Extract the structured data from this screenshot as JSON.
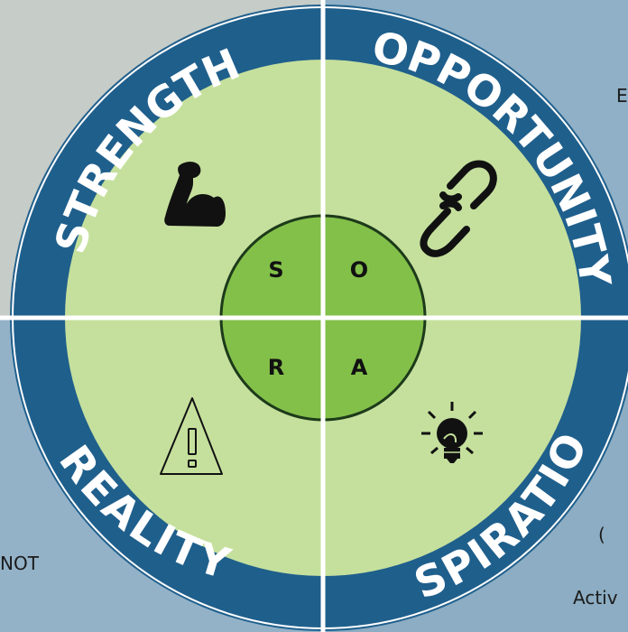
{
  "diagram": {
    "type": "SORA quadrant wheel",
    "quadrants": {
      "strength": {
        "label": "STRENGTH",
        "letter": "S",
        "icon": "flexed-biceps-icon"
      },
      "opportunity": {
        "label": "OPPORTUNITY",
        "letter": "O",
        "icon": "chain-link-icon"
      },
      "reality": {
        "label": "REALITY",
        "letter": "R",
        "icon": "warning-triangle-icon"
      },
      "aspiration": {
        "label": "ASPIRATION",
        "letter": "A",
        "icon": "lightbulb-icon"
      }
    },
    "edge_text": {
      "top_right": "E",
      "bottom_left": "NOT",
      "bottom_right_1": "(",
      "bottom_right_2": "Activ"
    },
    "colors": {
      "ring": "#1f5f8c",
      "ring_outline": "#ffffff",
      "quadrant_fill": "#c5e09d",
      "center_fill": "#83c04a",
      "center_outline": "#1d3a1a",
      "divider": "#ffffff",
      "label": "#ffffff"
    }
  }
}
